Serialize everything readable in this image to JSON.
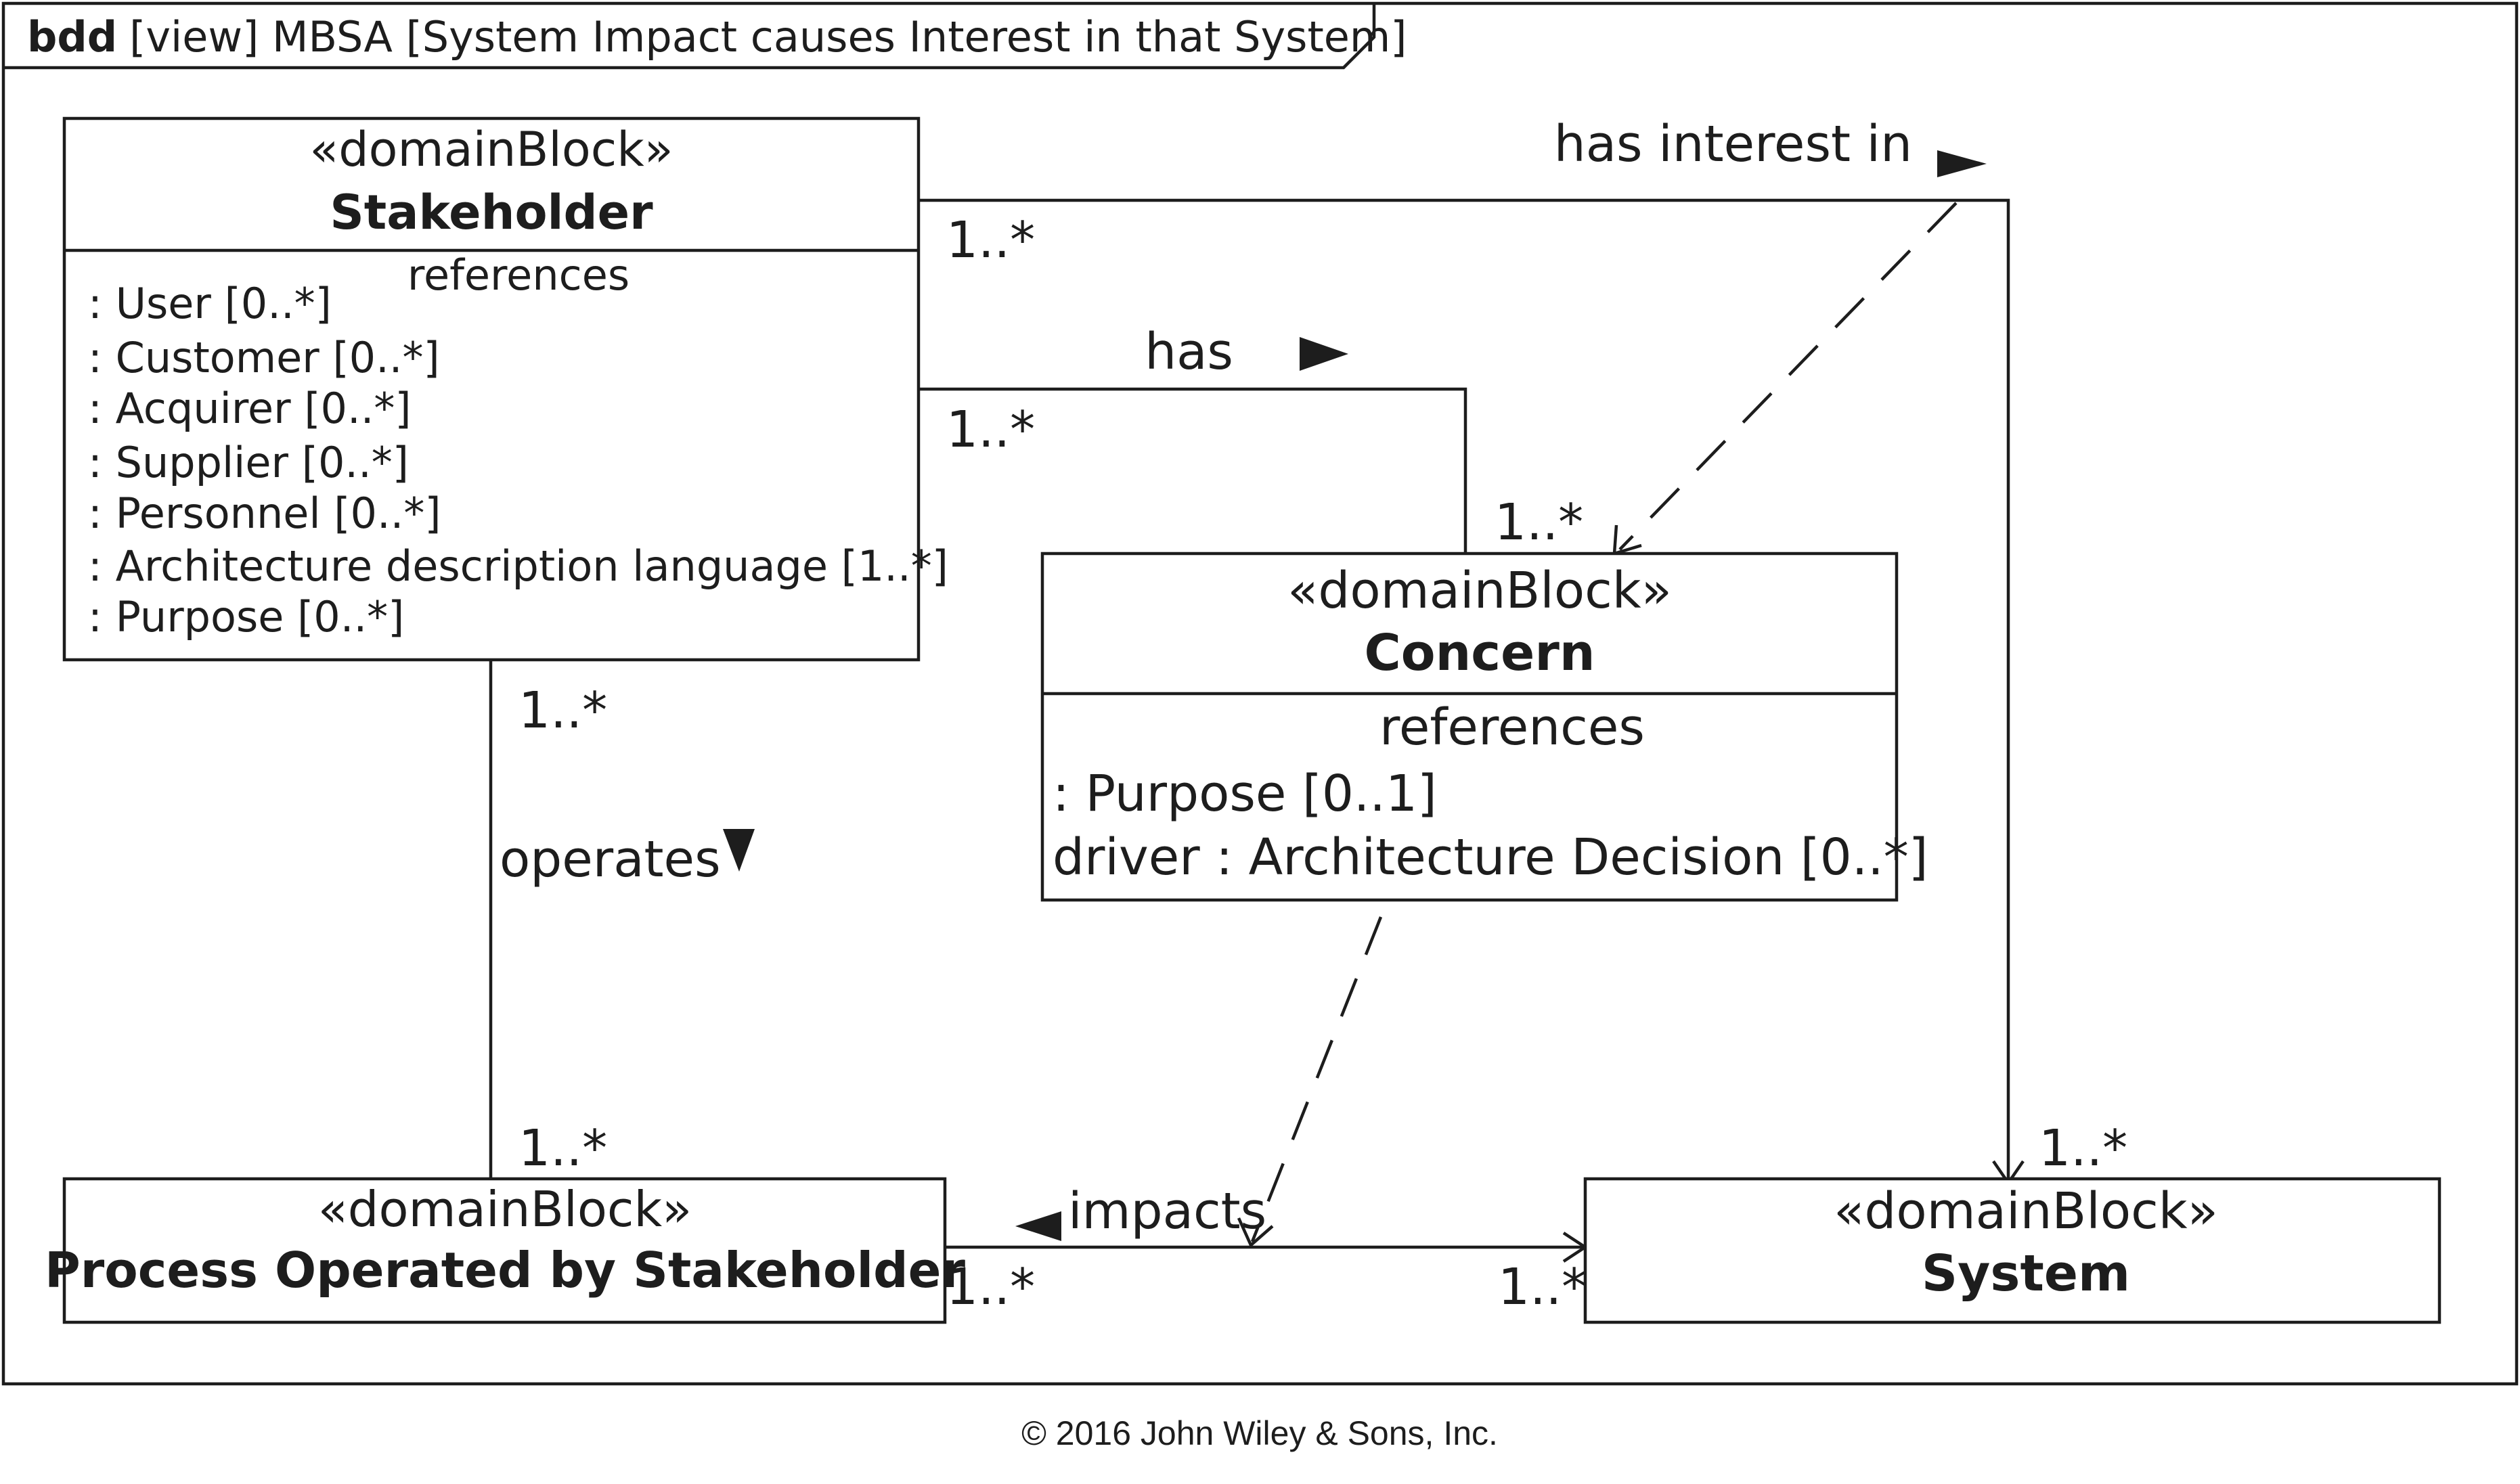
{
  "frame": {
    "kind": "bdd",
    "title": "[view] MBSA [System Impact causes Interest in that System]"
  },
  "blocks": {
    "stakeholder": {
      "stereotype": "«domainBlock»",
      "name": "Stakeholder",
      "compartment_title": "references",
      "attributes": [
        ": User [0..*]",
        ": Customer [0..*]",
        ": Acquirer [0..*]",
        ": Supplier [0..*]",
        ": Personnel [0..*]",
        ": Architecture description language [1..*]",
        ": Purpose [0..*]"
      ]
    },
    "concern": {
      "stereotype": "«domainBlock»",
      "name": "Concern",
      "compartment_title": "references",
      "attributes": [
        ": Purpose [0..1]",
        "driver : Architecture Decision [0..*]"
      ]
    },
    "process": {
      "stereotype": "«domainBlock»",
      "name": "Process Operated by Stakeholder"
    },
    "system": {
      "stereotype": "«domainBlock»",
      "name": "System"
    }
  },
  "associations": {
    "has_interest_in": {
      "label": "has interest in",
      "source_multiplicity": "1..*",
      "target_multiplicity": "1..*"
    },
    "has": {
      "label": "has",
      "source_multiplicity": "1..*",
      "target_multiplicity": "1..*"
    },
    "operates": {
      "label": "operates",
      "source_multiplicity": "1..*",
      "target_multiplicity": "1..*"
    },
    "impacts": {
      "label": "impacts",
      "source_multiplicity": "1..*",
      "target_multiplicity": "1..*"
    }
  },
  "copyright": "© 2016 John Wiley & Sons, Inc."
}
